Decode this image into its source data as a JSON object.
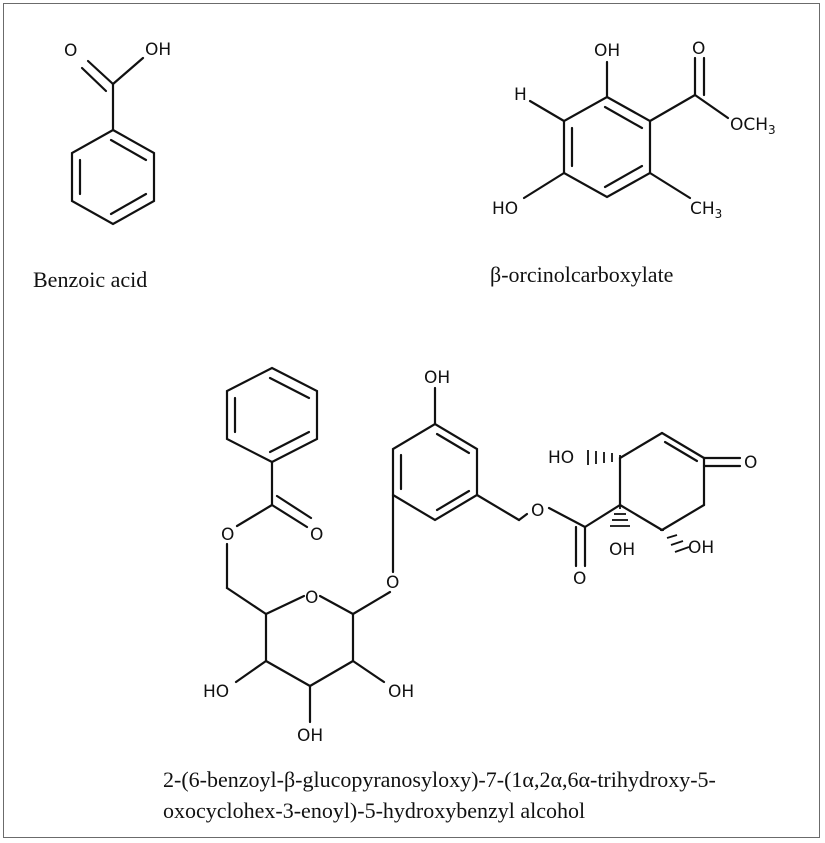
{
  "compounds": [
    {
      "name": "Benzoic acid",
      "atoms": {
        "o_carbonyl": "O",
        "oh": "OH"
      }
    },
    {
      "name": "β-orcinolcarboxylate",
      "atoms": {
        "oh_top": "OH",
        "o_carbonyl": "O",
        "h": "H",
        "och3": "OCH",
        "och3_sub": "3",
        "ho_left": "HO",
        "ch3": "CH",
        "ch3_sub": "3"
      }
    },
    {
      "name_line1": "2-(6-benzoyl-β-glucopyranosyloxy)-7-(1α,2α,6α-trihydroxy-5-",
      "name_line2": "oxocyclohex-3-enoyl)-5-hydroxybenzyl  alcohol",
      "atoms": {
        "oh_top": "OH",
        "o_ester_carbonyl": "O",
        "o_ester": "O",
        "o_ring": "O",
        "o_glyco": "O",
        "ho_sugar_left": "HO",
        "oh_sugar_right": "OH",
        "oh_sugar_bottom": "OH",
        "o_benzyl_ester": "O",
        "o_acyl_carbonyl": "O",
        "ho_cyclo_left": "HO",
        "o_ketone": "O",
        "oh_cyclo_c1": "OH",
        "oh_cyclo_c6": "OH"
      }
    }
  ]
}
